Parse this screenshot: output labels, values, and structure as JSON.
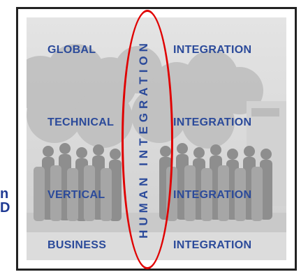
{
  "grid": {
    "rows": [
      {
        "left": "GLOBAL",
        "right": "INTEGRATION"
      },
      {
        "left": "TECHNICAL",
        "right": "INTEGRATION"
      },
      {
        "left": "VERTICAL",
        "right": "INTEGRATION"
      },
      {
        "left": "BUSINESS",
        "right": "INTEGRATION"
      }
    ]
  },
  "vertical_label": "HUMAN  INTEGRATION",
  "edge_glyphs": [
    "n",
    "D"
  ],
  "colors": {
    "label": "#2b4a9a",
    "ellipse": "#e00000",
    "frame": "#222222"
  }
}
